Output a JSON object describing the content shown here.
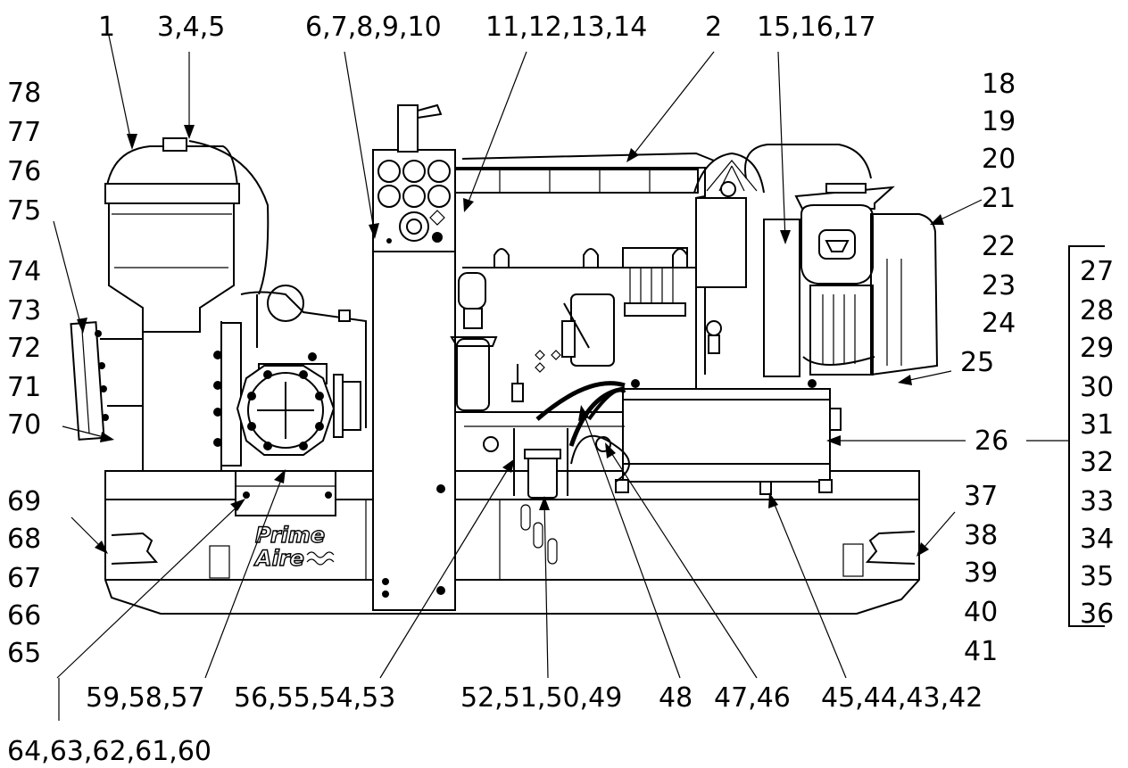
{
  "labels": {
    "l1": "1",
    "l2": "3,4,5",
    "l3": "6,7,8,9,10",
    "l4": "11,12,13,14",
    "l5": "2",
    "l6": "15,16,17",
    "r18": "18",
    "r19": "19",
    "r20": "20",
    "r21": "21",
    "r22": "22",
    "r23": "23",
    "r24": "24",
    "r25": "25",
    "r26": "26",
    "r37": "37",
    "r38": "38",
    "r39": "39",
    "r40": "40",
    "r41": "41",
    "b1": "27",
    "b2": "28",
    "b3": "29",
    "b4": "30",
    "b5": "31",
    "b6": "32",
    "b7": "33",
    "b8": "34",
    "b9": "35",
    "b10": "36",
    "left78": "78",
    "left77": "77",
    "left76": "76",
    "left75": "75",
    "left74": "74",
    "left73": "73",
    "left72": "72",
    "left71": "71",
    "left70": "70",
    "left69": "69",
    "left68": "68",
    "left67": "67",
    "left66": "66",
    "left65": "65",
    "bot1": "59,58,57",
    "bot2": "56,55,54,53",
    "bot3": "52,51,50,49",
    "bot4": "48",
    "bot5": "47,46",
    "bot6": "45,44,43,42",
    "bot7": "64,63,62,61,60"
  },
  "brand": {
    "line1": "Prime",
    "line2": "Aire"
  }
}
